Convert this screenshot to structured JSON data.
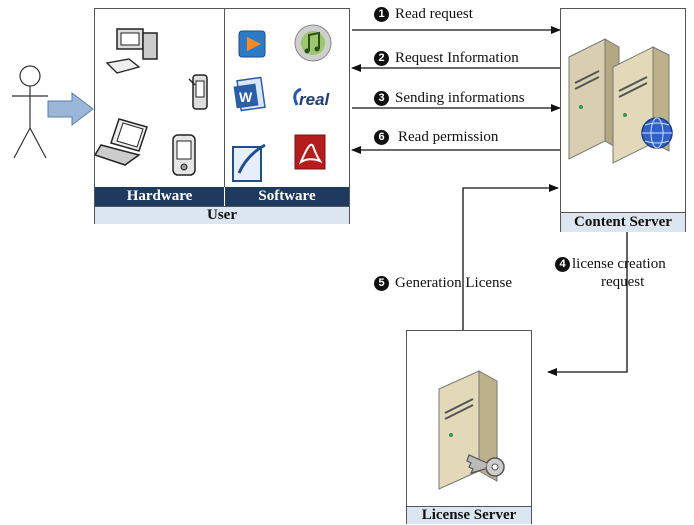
{
  "user_panel": {
    "hardware_label": "Hardware",
    "software_label": "Software",
    "caption": "User"
  },
  "content_server": {
    "caption": "Content Server"
  },
  "license_server": {
    "caption": "License Server"
  },
  "steps": {
    "s1": {
      "num": "1",
      "label": "Read request"
    },
    "s2": {
      "num": "2",
      "label": "Request Information"
    },
    "s3": {
      "num": "3",
      "label": "Sending informations"
    },
    "s4": {
      "num": "4",
      "label_line1": "license creation",
      "label_line2": "request"
    },
    "s5": {
      "num": "5",
      "label": "Generation License"
    },
    "s6": {
      "num": "6",
      "label": "Read permission"
    }
  },
  "icons": {
    "hardware": [
      "desktop-computer-icon",
      "mobile-device-icon",
      "laptop-icon",
      "pda-icon"
    ],
    "software": [
      "media-player-icon",
      "music-player-icon",
      "word-document-icon",
      "realplayer-icon",
      "writer-icon",
      "pdf-reader-icon"
    ]
  }
}
